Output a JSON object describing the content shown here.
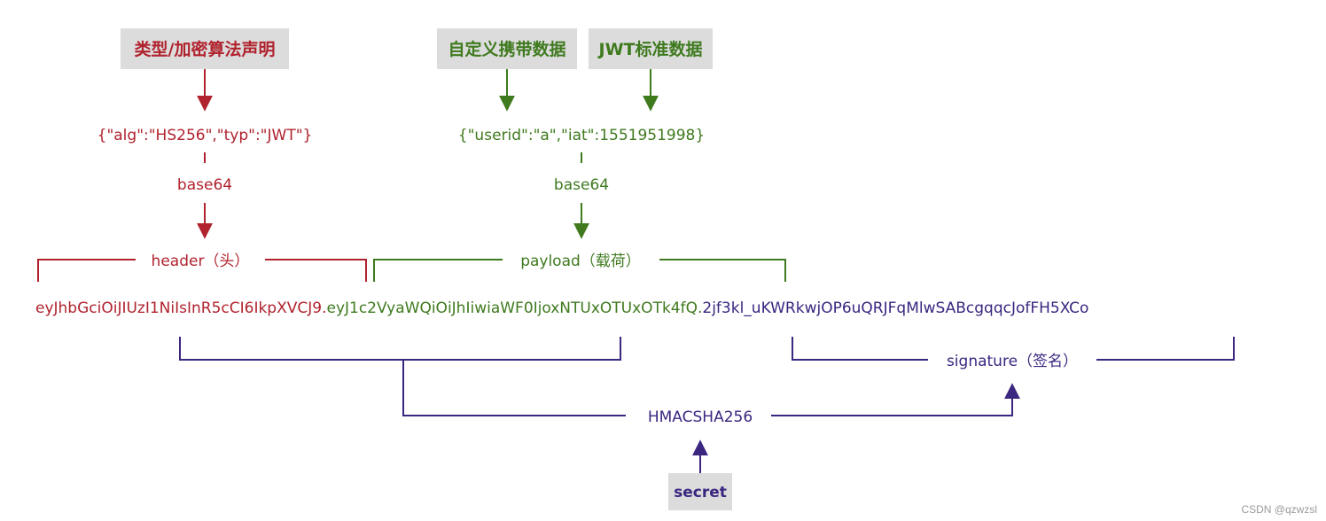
{
  "colors": {
    "header": "#b0232e",
    "payload": "#3f7a1f",
    "signature": "#3b2680",
    "label_bg": "#dcdcdc"
  },
  "header": {
    "tag": "类型/加密算法声明",
    "json": "{\"alg\":\"HS256\",\"typ\":\"JWT\"}",
    "encoding": "base64",
    "bracket_label": "header（头）",
    "token": "eyJhbGciOiJIUzI1NiIsInR5cCI6IkpXVCJ9."
  },
  "payload": {
    "tag_custom": "自定义携带数据",
    "tag_standard": "JWT标准数据",
    "json": "{\"userid\":\"a\",\"iat\":1551951998}",
    "encoding": "base64",
    "bracket_label": "payload（载荷）",
    "token": "eyJ1c2VyaWQiOiJhIiwiaWF0IjoxNTUxOTUxOTk4fQ."
  },
  "signature": {
    "token": "2jf3kl_uKWRkwjOP6uQRJFqMlwSABcgqqcJofFH5XCo",
    "bracket_label": "signature（签名）",
    "algorithm": "HMACSHA256",
    "secret": "secret"
  },
  "watermark": "CSDN @qzwzsl"
}
